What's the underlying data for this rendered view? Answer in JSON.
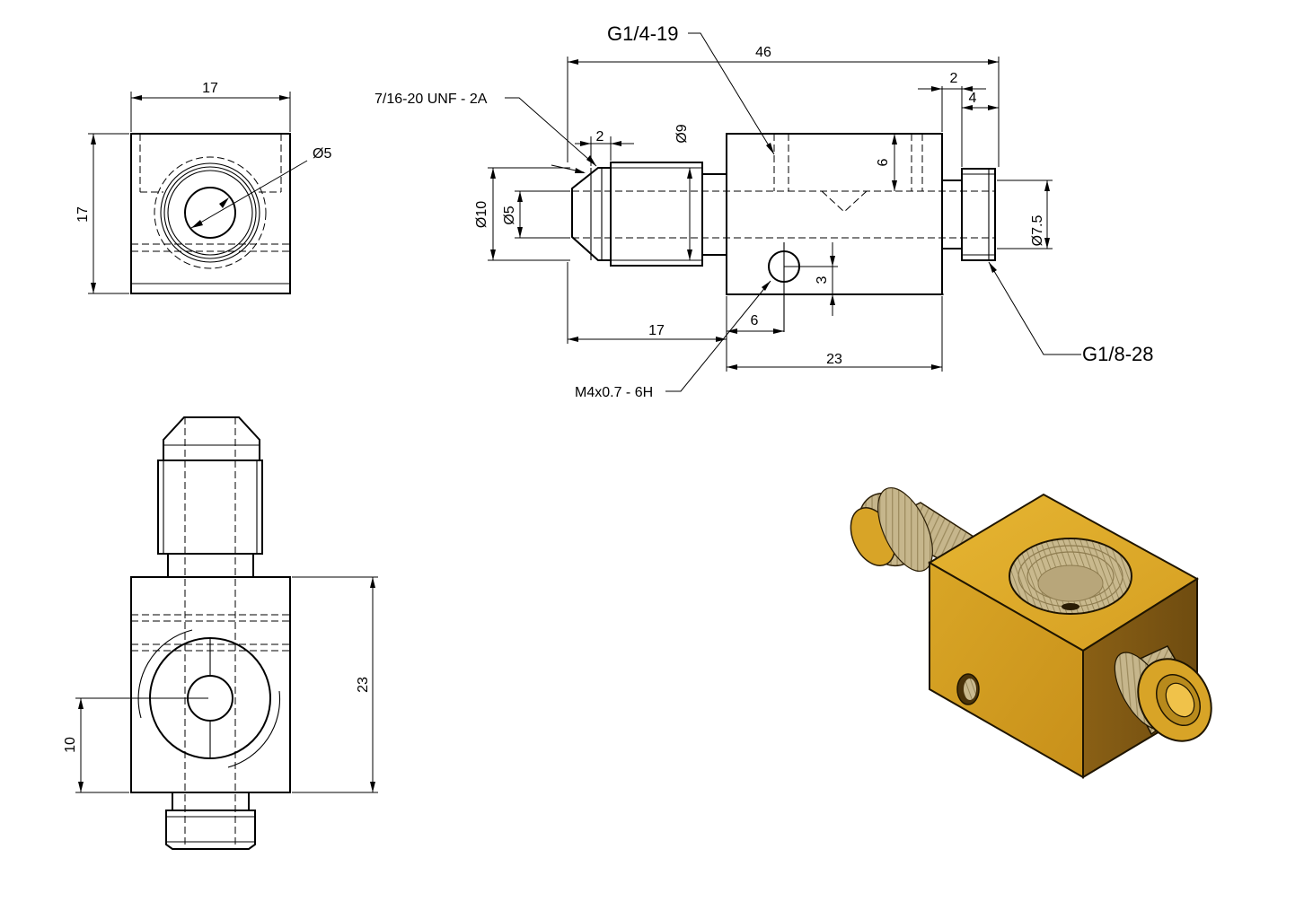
{
  "dimensions": {
    "front_width": "17",
    "front_height": "17",
    "front_hole_dia": "Ø5",
    "overall_length": "46",
    "step_2_right": "2",
    "step_4_right": "4",
    "thread_step_2": "2",
    "dia_9": "Ø9",
    "dia_10": "Ø10",
    "dia_5": "Ø5",
    "height_6": "6",
    "dia_7_5": "Ø7.5",
    "dim_3": "3",
    "dim_6": "6",
    "dim_17": "17",
    "dim_23_side": "23",
    "top_view_23": "23",
    "top_view_10": "10"
  },
  "callouts": {
    "g14": "G1/4-19",
    "unf": "7/16-20 UNF - 2A",
    "g18": "G1/8-28",
    "m4": "M4x0.7 - 6H"
  },
  "colors": {
    "line": "#000000",
    "brass_light": "#d7a222",
    "brass_top": "#e1ae2b",
    "brass_shadow": "#7a5412",
    "thread": "#c9bb95"
  }
}
